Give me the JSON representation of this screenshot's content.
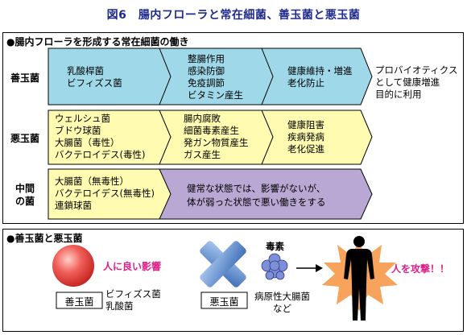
{
  "title": "図6　腸内フローラと常在細菌、善玉菌と悪玉菌",
  "section_top": {
    "heading": "●腸内フローラを形成する常在細菌の働き",
    "rows": [
      {
        "label": "善玉菌",
        "cells": [
          [
            "乳酸桿菌",
            "ビフィズス菌"
          ],
          [
            "整腸作用",
            "感染防御",
            "免疫調節",
            "ビタミン産生"
          ],
          [
            "健康維持・増進",
            "老化防止"
          ]
        ],
        "note": [
          "プロバイオティクス",
          "として健康増進",
          "目的に利用"
        ]
      },
      {
        "label": "悪玉菌",
        "cells": [
          [
            "ウェルシュ菌",
            "ブドウ球菌",
            "大腸菌（毒性）",
            "バクテロイデス(毒性)"
          ],
          [
            "腸内腐敗",
            "細菌毒素産生",
            "発ガン物質産生",
            "ガス産生"
          ],
          [
            "健康阻害",
            "疾病発病",
            "老化促進"
          ]
        ]
      },
      {
        "label": "中間の菌",
        "label_lines": [
          "中間",
          "の菌"
        ],
        "cells": [
          [
            "大腸菌（無毒性）",
            "バクテロイデス(無毒性)",
            "連鎖球菌"
          ],
          [
            "健常な状態では、影響がないが、",
            "体が弱った状態で悪い働きをする"
          ]
        ]
      }
    ]
  },
  "section_bottom": {
    "heading": "●善玉菌と悪玉菌",
    "good_effect": "人に良い影響",
    "good_label": "善玉菌",
    "good_examples": [
      "ビフィズス菌",
      "乳酸菌"
    ],
    "toxin_label": "毒素",
    "bad_label": "悪玉菌",
    "bad_examples": [
      "病原性大腸菌",
      "など"
    ],
    "attack_label": "人を攻撃！！"
  },
  "colors": {
    "title": "#1f2a8c",
    "good_row": "#9fd8e8",
    "bad_row": "#fffbb0",
    "neutral_row": "#b9a8d4",
    "good_effect_text": "#e0208a",
    "attack_text": "#e0208a",
    "burst": "#f7a35c",
    "cross": "#6f9ad0",
    "ball": "#e8403a"
  },
  "icons": [
    "red-ball-icon",
    "blue-x-icon",
    "virus-icon",
    "arrow-right-icon",
    "human-silhouette-icon",
    "burst-icon"
  ]
}
